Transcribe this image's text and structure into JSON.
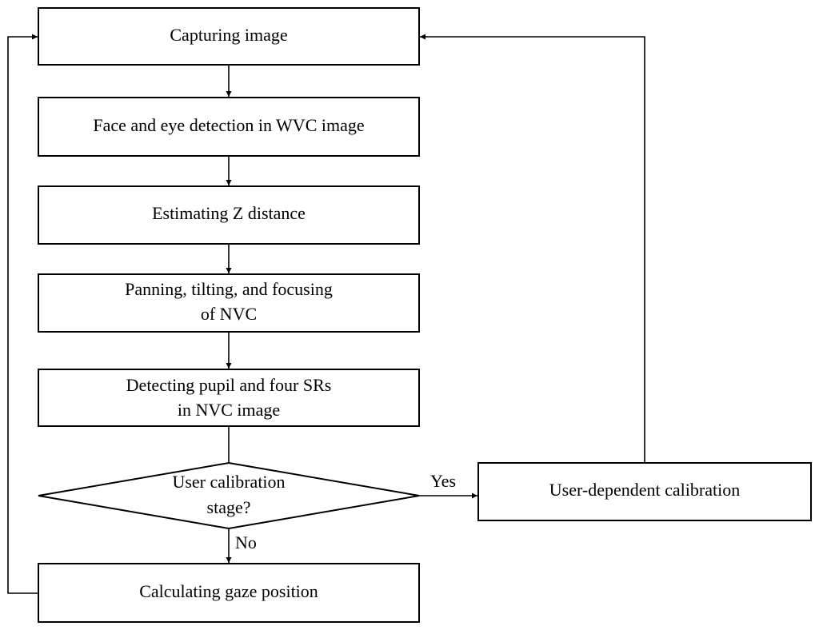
{
  "nodes": {
    "capturing_image": "Capturing image",
    "face_eye_detection": "Face and eye detection in WVC image",
    "estimating_z": "Estimating Z distance",
    "panning": [
      "Panning, tilting, and focusing",
      "of  NVC"
    ],
    "detecting_pupil": [
      "Detecting pupil and four SRs",
      "in NVC image"
    ],
    "decision": [
      "User calibration",
      "stage?"
    ],
    "user_calibration": "User-dependent calibration",
    "calculating_gaze": "Calculating gaze position"
  },
  "edges": {
    "yes_label": "Yes",
    "no_label": "No"
  }
}
